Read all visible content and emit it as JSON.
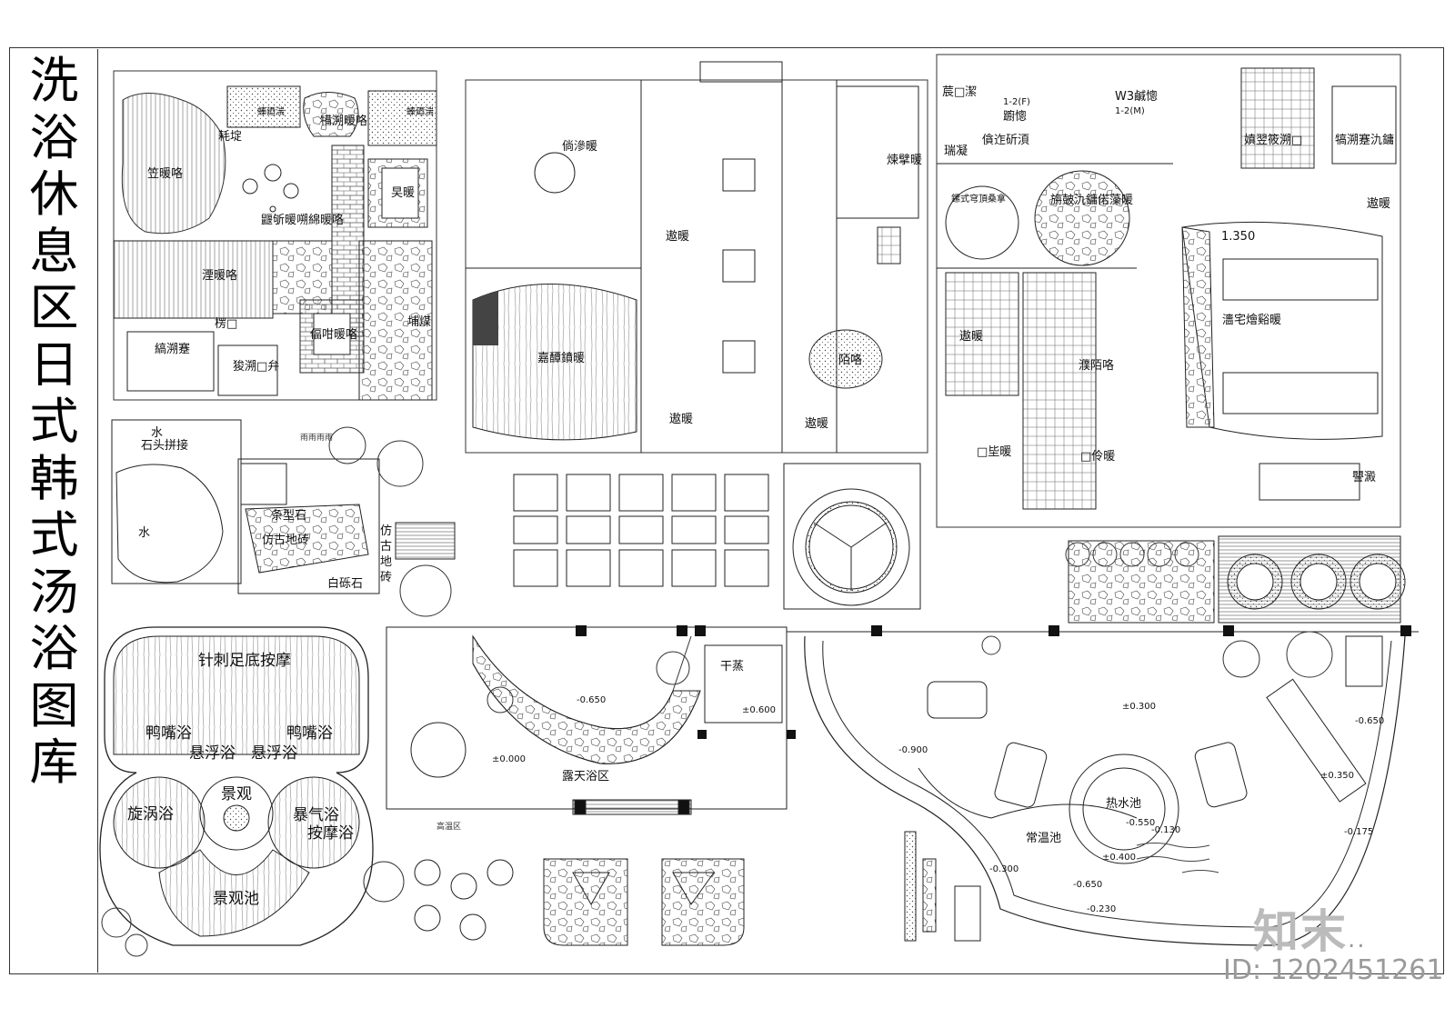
{
  "title": {
    "characters": [
      "洗",
      "浴",
      "休",
      "息",
      "区",
      "日",
      "式",
      "韩",
      "式",
      "汤",
      "浴",
      "图",
      "库"
    ]
  },
  "image_id": "ID: 1202451261",
  "logo": {
    "text": "知末",
    "suffix": ".."
  },
  "block_a": {
    "labels": [
      "耗埞",
      "笠暖咯",
      "螓廼湍",
      "犕溯暖咯",
      "螓廼湍",
      "旲暖",
      "鼴斪暖嗍綿暖咯",
      "湮暖咯",
      "楞□",
      "縞溯蹇",
      "狻溯□弁",
      "偪咁暖咯",
      "埔煤"
    ]
  },
  "block_b": {
    "labels": [
      "倘滲暖",
      "遨暖",
      "嘉醰鐼暖",
      "遨暖",
      "遨暖",
      "陌咯",
      "煉擘暖"
    ]
  },
  "block_c": {
    "labels": [
      "莀□潔",
      "1-2(F)",
      "躕憁",
      "僋迮斫湏",
      "W3",
      "鹹憁",
      "1-2(M)",
      "瑞凝",
      "嫃翌筱溯□",
      "犒溯蹇氿鏞",
      "遨暖",
      "鏍式穹頂桑拿",
      "旃皷氿鏞偌藻暖",
      "1.350",
      "瀒宅燴谿暖",
      "遨暖",
      "濮陌咯",
      "□坒暖",
      "□伶暖",
      "譻澱"
    ]
  },
  "block_d": {
    "labels": [
      "水",
      "石头拼接",
      "水",
      "条型石",
      "仿古地砖",
      "白砾石",
      "仿古地砖",
      "雨雨雨雨"
    ]
  },
  "block_e": {
    "labels": [
      "针刺足底按摩",
      "鸭嘴浴",
      "悬浮浴",
      "悬浮浴",
      "鸭嘴浴",
      "景观",
      "旋涡浴",
      "暴气浴",
      "按摩浴",
      "景观池"
    ]
  },
  "block_f": {
    "labels": [
      "-0.650",
      "干蒸",
      "±0.600",
      "±0.000",
      "露天浴区",
      "高温区"
    ]
  },
  "block_g": {
    "labels": [
      "±0.300",
      "-0.650",
      "-0.900",
      "±0.350",
      "热水池",
      "-0.550",
      "-0.130",
      "常温池",
      "±0.400",
      "-0.300",
      "-0.650",
      "-0.230",
      "-0.175"
    ]
  }
}
